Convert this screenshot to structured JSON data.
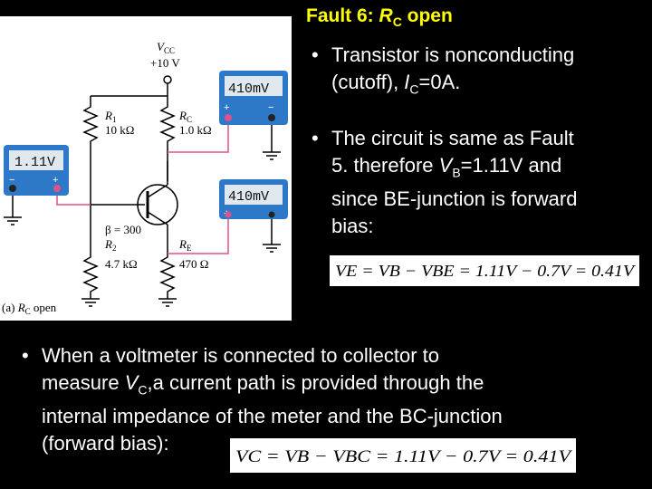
{
  "slide": {
    "title_prefix": "Fault 6: ",
    "title_var": "R",
    "title_sub": "C",
    "title_suffix": " open"
  },
  "bullets": {
    "b1_line1": "Transistor is nonconducting",
    "b1_line2a": "(cutoff), ",
    "b1_I": "I",
    "b1_sub": "C",
    "b1_line2b": "=0A.",
    "b2_line1": "The circuit is same as Fault",
    "b2_line2a": "5. therefore ",
    "b2_V": "V",
    "b2_sub": "B",
    "b2_line2b": "=1.11V and",
    "b2_line3": "since BE-junction is forward",
    "b2_line4": "bias:",
    "b3_line1": "When a voltmeter is connected to collector to",
    "b3_line2a": "measure ",
    "b3_V": "V",
    "b3_sub": "C",
    "b3_line2b": ",a current path is provided through the",
    "b3_line3": "internal impedance of the meter and the BC-junction",
    "b3_line4": "(forward bias):",
    "bullet_char": "•"
  },
  "equations": {
    "eq1": "VE = VB − VBE = 1.11V − 0.7V = 0.41V",
    "eq2": "VC = VB − VBC = 1.11V − 0.7V = 0.41V"
  },
  "circuit": {
    "vcc_label": "V",
    "vcc_sub": "CC",
    "vcc_value": "+10 V",
    "r1_label": "R",
    "r1_sub": "1",
    "r1_value": "10 kΩ",
    "rc_label": "R",
    "rc_sub": "C",
    "rc_value": "1.0 kΩ",
    "r2_label": "R",
    "r2_sub": "2",
    "r2_value": "4.7 kΩ",
    "re_label": "R",
    "re_sub": "E",
    "re_value": "470 Ω",
    "beta": "β = 300",
    "caption_a": "(a) ",
    "caption_r": "R",
    "caption_sub": "C",
    "caption_b": " open",
    "meter_top": "410mV",
    "meter_mid": "410mV",
    "meter_left": "1.11V",
    "plus": "+",
    "minus": "−"
  }
}
